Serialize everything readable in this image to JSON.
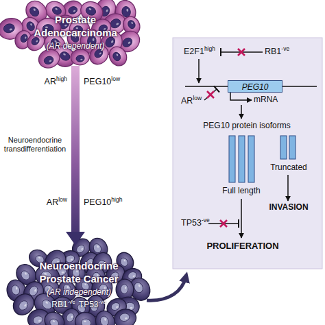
{
  "diagram": {
    "nodes": [
      {
        "text": [
          "Prostate Adenocarcinoma",
          "(AR dependent)"
        ]
      },
      {
        "text": [
          "Neuroendocrine Prostate Cancer",
          "(AR independent)",
          "RB1",
          "-ve",
          "TP53",
          "-ve"
        ]
      },
      {
        "text": [
          "PEG10"
        ]
      }
    ],
    "edges": [
      {
        "from": 0,
        "to": 1,
        "arrow": "to"
      }
    ],
    "labels": [
      "AR",
      "high",
      "PEG10",
      "low",
      "Neuroendocrine transdifferentiation",
      "AR",
      "low",
      "PEG10",
      "high",
      "E2F1",
      "high",
      "RB1",
      "-ve",
      "AR",
      "low",
      "mRNA",
      "PEG10 protein isoforms",
      "Full length",
      "Truncated",
      "INVASION",
      "TP53",
      "-ve",
      "PROLIFERATION"
    ]
  }
}
